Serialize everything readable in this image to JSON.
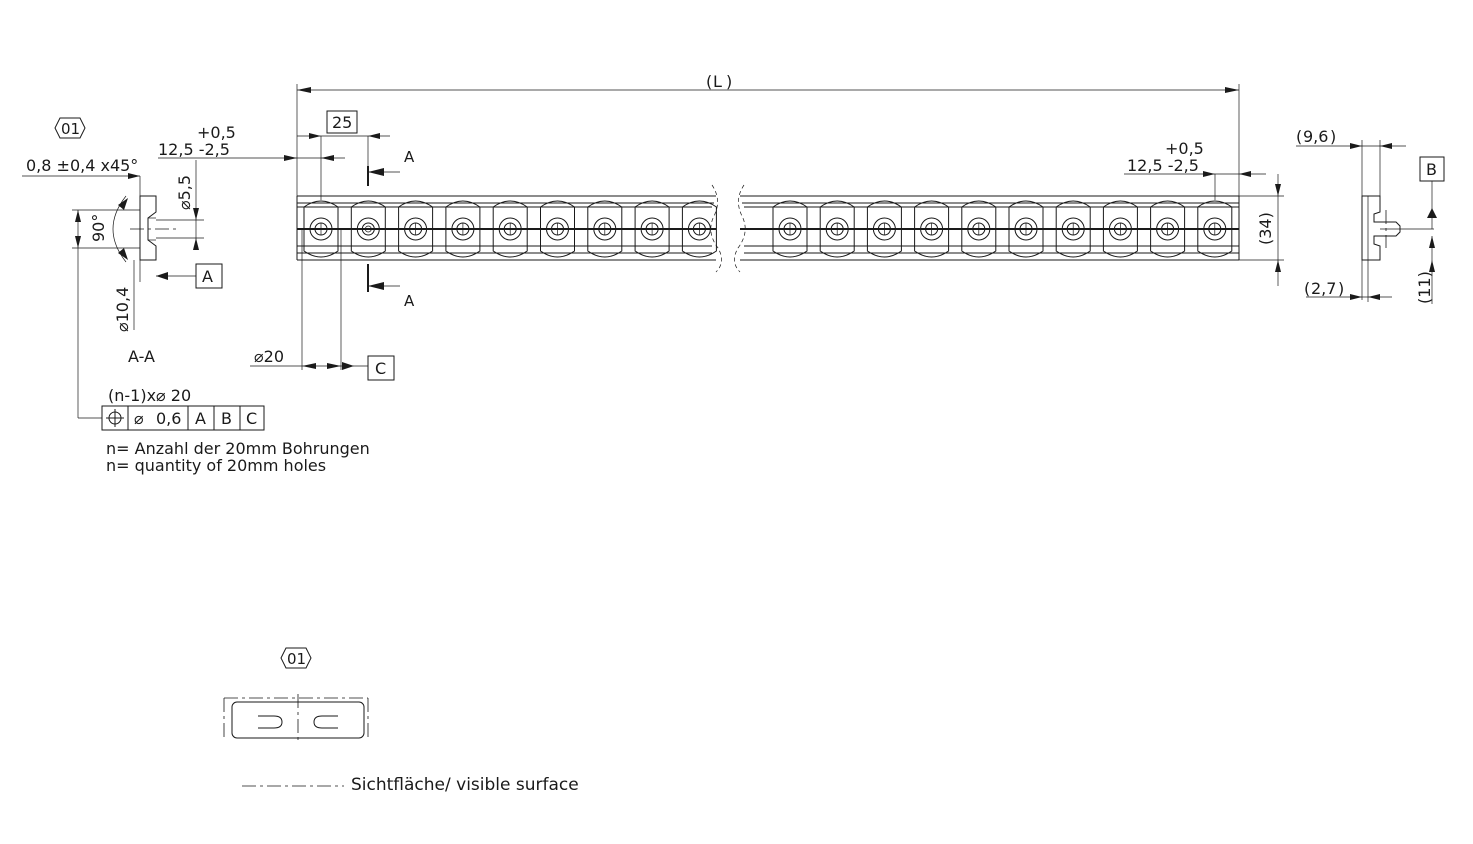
{
  "dimensions": {
    "length": "L",
    "pitch": "25",
    "tol_upper": "+0,5",
    "end_offset_left": "12,5 -2,5",
    "end_offset_right": "12,5 -2,5",
    "height": "34",
    "hole_diameter": "⌀20",
    "counterbore": "⌀5,5",
    "countersink": "⌀10,4",
    "angle": "90°",
    "chamfer": "0,8 ±0,4 x45°",
    "profile_width": "9,6",
    "profile_flange": "2,7",
    "profile_height": "11"
  },
  "datums": {
    "a": "A",
    "b": "B",
    "c": "C"
  },
  "section": {
    "marker_left_top": "A",
    "marker_left_bottom": "A",
    "label": "A-A"
  },
  "tolerance_frame": {
    "header": "(n-1)x⌀ 20",
    "position_icon": "position-icon",
    "diameter_symbol": "⌀",
    "value": "0,6",
    "ref1": "A",
    "ref2": "B",
    "ref3": "C"
  },
  "notes": {
    "line_de": "n= Anzahl der 20mm Bohrungen",
    "line_en": "n= quantity of 20mm holes"
  },
  "finish_tag": {
    "code": "01"
  },
  "legend": {
    "code": "01",
    "visible_surface": "Sichtfläche/ visible surface"
  }
}
